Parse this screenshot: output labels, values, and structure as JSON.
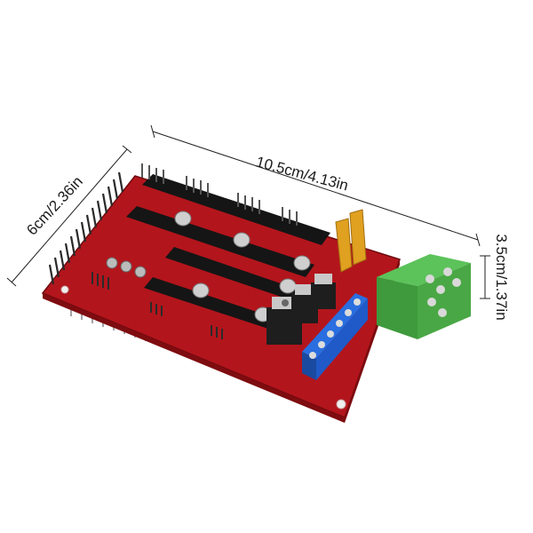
{
  "dimensions": {
    "length": "10.5cm/4.13in",
    "width": "6cm/2.36in",
    "height": "3.5cm/1.37in"
  },
  "colors": {
    "pcb": "#b3151c",
    "pcb_dark": "#7e0c10",
    "driver_socket": "#151515",
    "blue_terminal": "#1f5ac8",
    "green_terminal": "#49a845",
    "fuse": "#e0a020",
    "capacitor": "#bfbfbf",
    "pin": "#9a9a9a"
  },
  "icons": [
    "pcb-board",
    "green-terminal-block",
    "blue-terminal-block",
    "polyfuse-icon",
    "capacitor-icon",
    "mosfet-icon",
    "header-pin-row"
  ]
}
